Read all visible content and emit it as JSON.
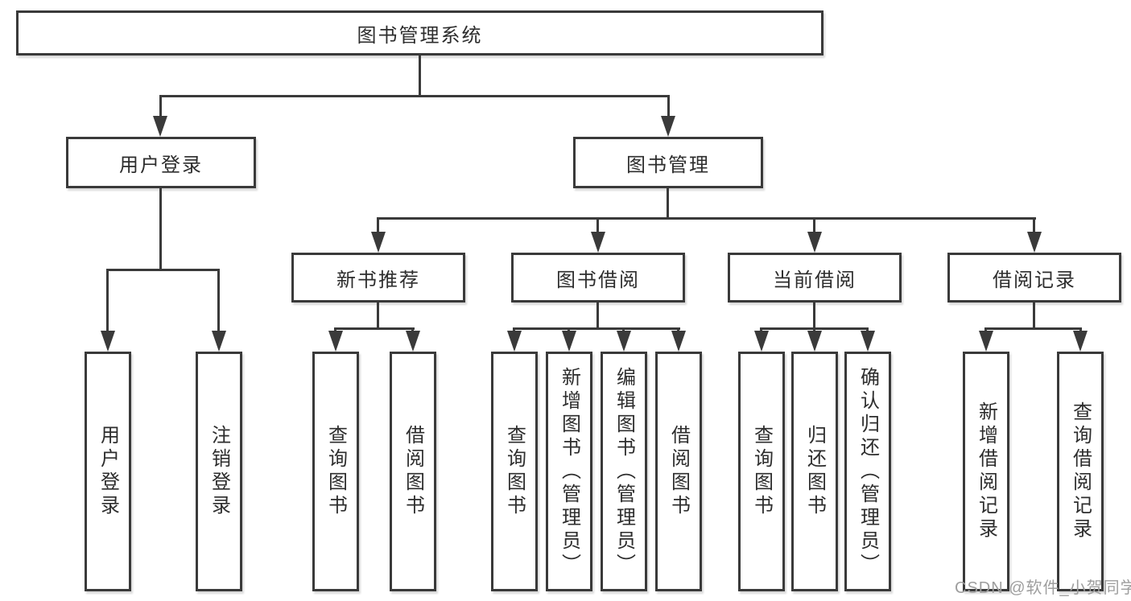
{
  "diagram_type": "hierarchy-chart",
  "colors": {
    "line": "#3a3a3a",
    "box_border": "#3a3a3a",
    "text": "#2d2d2d",
    "background": "#ffffff",
    "watermark": "#9e9e9e"
  },
  "tree": {
    "root": {
      "label": "图书管理系统",
      "children": [
        {
          "label": "用户登录",
          "children": [
            {
              "label": "用户登录"
            },
            {
              "label": "注销登录"
            }
          ]
        },
        {
          "label": "图书管理",
          "children": [
            {
              "label": "新书推荐",
              "children": [
                {
                  "label": "查询图书"
                },
                {
                  "label": "借阅图书"
                }
              ]
            },
            {
              "label": "图书借阅",
              "children": [
                {
                  "label": "查询图书"
                },
                {
                  "label": "新增图书（管理员）"
                },
                {
                  "label": "编辑图书（管理员）"
                },
                {
                  "label": "借阅图书"
                }
              ]
            },
            {
              "label": "当前借阅",
              "children": [
                {
                  "label": "查询图书"
                },
                {
                  "label": "归还图书"
                },
                {
                  "label": "确认归还（管理员）"
                }
              ]
            },
            {
              "label": "借阅记录",
              "children": [
                {
                  "label": "新增借阅记录"
                },
                {
                  "label": "查询借阅记录"
                }
              ]
            }
          ]
        }
      ]
    }
  },
  "watermark": {
    "text": "CSDN @软件_小贺同学"
  }
}
